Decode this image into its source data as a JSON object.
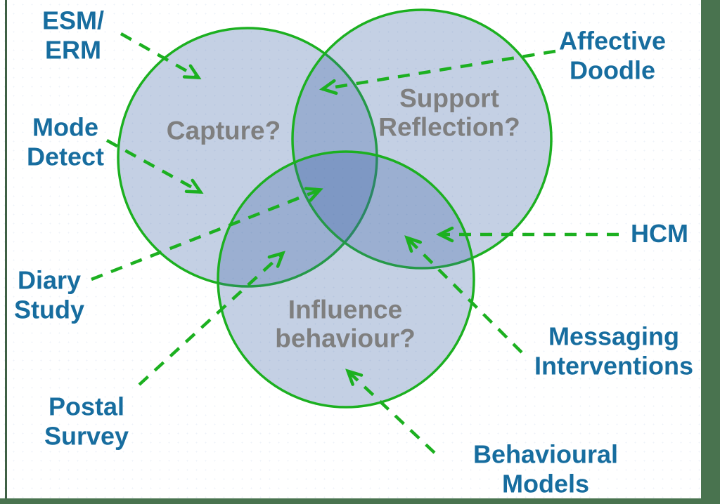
{
  "diagram": {
    "type": "venn-diagram",
    "region_titles": {
      "capture": {
        "line1": "Capture?"
      },
      "support": {
        "line1": "Support",
        "line2": "Reflection?"
      },
      "influence": {
        "line1": "Influence",
        "line2": "behaviour?"
      }
    },
    "method_labels": {
      "esm_erm": {
        "line1": "ESM/",
        "line2": "ERM"
      },
      "mode_detect": {
        "line1": "Mode",
        "line2": "Detect"
      },
      "diary_study": {
        "line1": "Diary",
        "line2": "Study"
      },
      "postal_survey": {
        "line1": "Postal",
        "line2": "Survey"
      },
      "affective_doodle": {
        "line1": "Affective",
        "line2": "Doodle"
      },
      "hcm": {
        "line1": "HCM"
      },
      "messaging_interventions": {
        "line1": "Messaging",
        "line2": "Interventions"
      },
      "behavioural_models": {
        "line1": "Behavioural",
        "line2": "Models"
      }
    },
    "colors": {
      "circle_fill": "#3c64a5",
      "circle_stroke_green": "#1cb020",
      "arrow_green": "#1cb020",
      "method_label_blue": "#176d9f",
      "region_title_gray": "#7f7f7f",
      "frame_green": "#49734f",
      "background": "#ffffff"
    }
  }
}
